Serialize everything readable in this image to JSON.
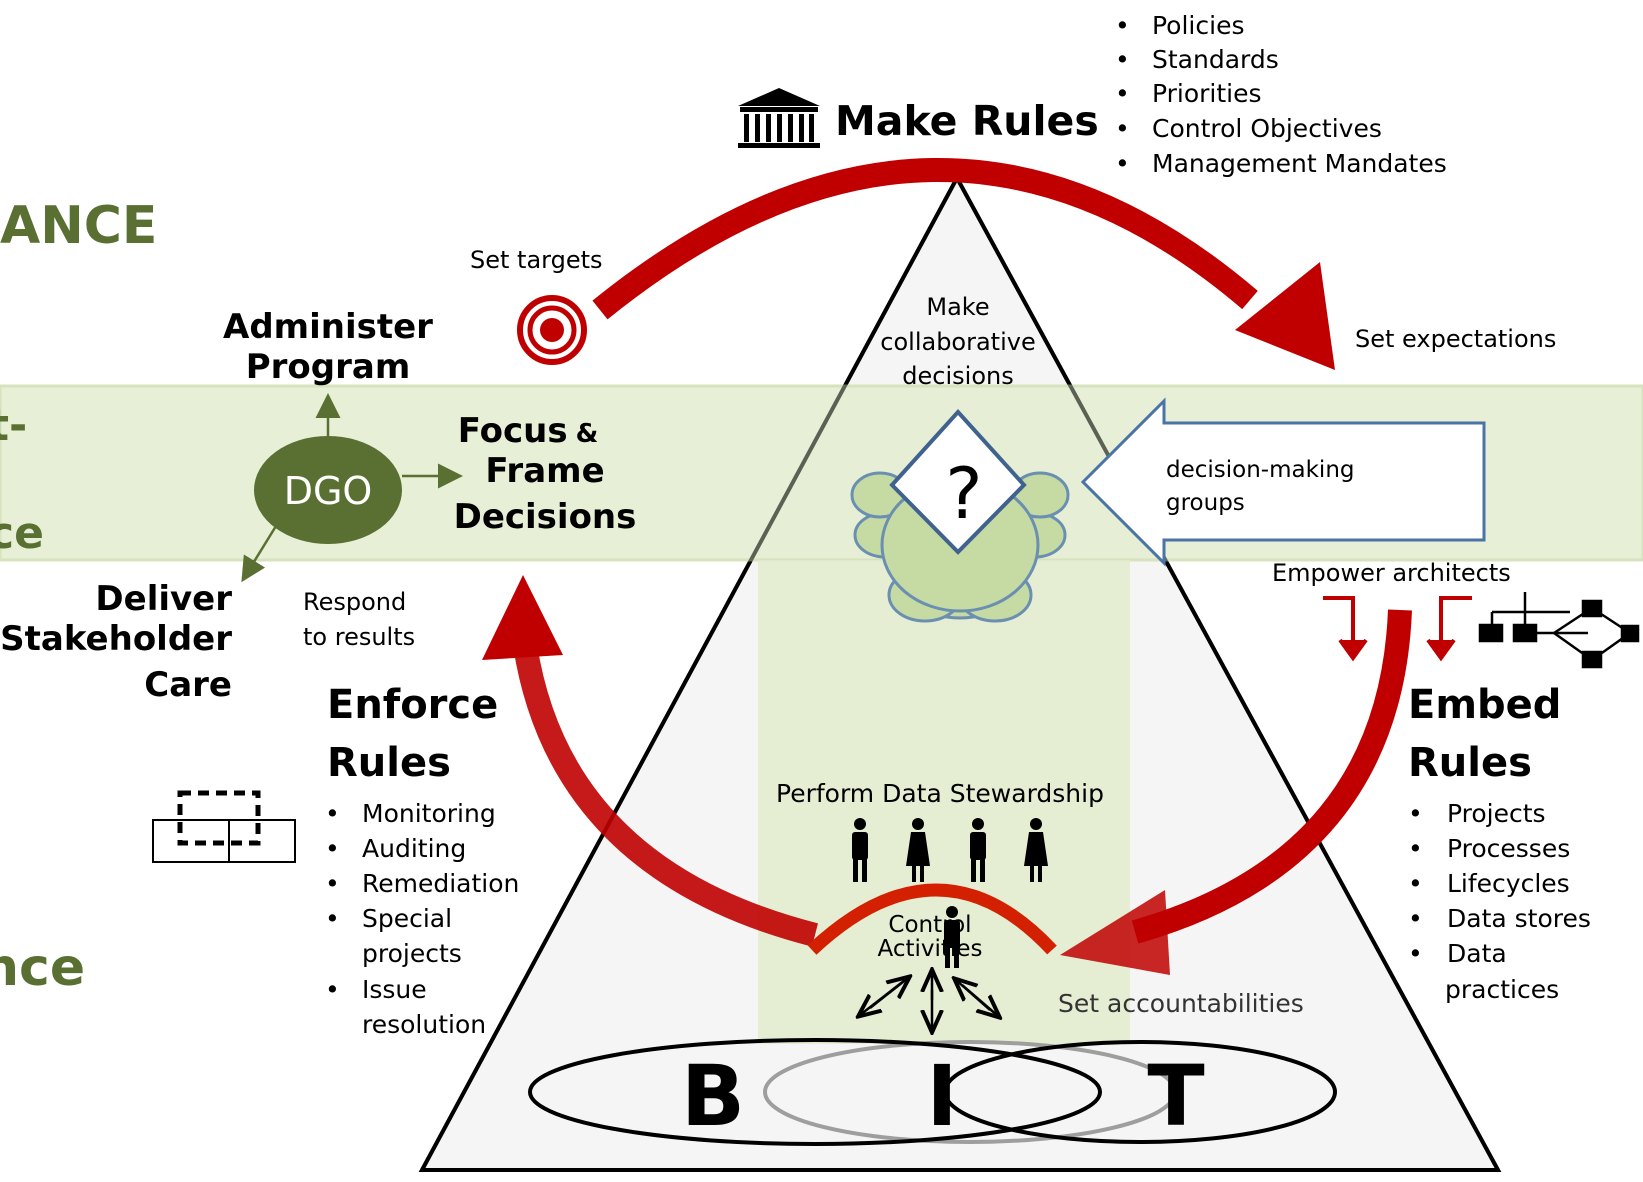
{
  "colors": {
    "arrow_red": "#c00000",
    "band_green": "#e4edd2",
    "olive": "#5a6f32",
    "callout_blue": "#4a73a8",
    "cloud_green": "#c6dba4",
    "cloud_stroke": "#6a8fb0"
  },
  "icons": [
    "bank-icon",
    "target-icon",
    "cloud-icon",
    "people-icon",
    "boxes-icon",
    "hierarchy-icon"
  ],
  "left_cut": {
    "text1": "ANCE",
    "text2": "t-",
    "text3": "ce",
    "text4": "nce"
  },
  "make_rules": {
    "title": "Make Rules",
    "bullets": [
      "Policies",
      "Standards",
      "Priorities",
      "Control Objectives",
      "Management Mandates"
    ]
  },
  "labels": {
    "set_targets": "Set targets",
    "set_expectations": "Set expectations",
    "make_collab": [
      "Make",
      "collaborative",
      "decisions"
    ],
    "decision_groups": [
      "decision-making",
      "groups"
    ],
    "empower": "Empower architects",
    "respond": [
      "Respond",
      "to results"
    ],
    "administer": [
      "Administer",
      "Program"
    ],
    "dgo": "DGO",
    "focus": [
      "Focus",
      "&",
      "Frame",
      "Decisions"
    ],
    "deliver": [
      "Deliver",
      "Stakeholder",
      "Care"
    ],
    "perform": "Perform Data Stewardship",
    "control": [
      "Control",
      "Activities"
    ],
    "set_accountabilities": "Set accountabilities",
    "question": "?"
  },
  "enforce_rules": {
    "title": [
      "Enforce",
      "Rules"
    ],
    "bullets": [
      "Monitoring",
      "Auditing",
      "Remediation",
      "Special",
      "projects",
      "Issue",
      "resolution"
    ]
  },
  "embed_rules": {
    "title": [
      "Embed",
      "Rules"
    ],
    "bullets": [
      "Projects",
      "Processes",
      "Lifecycles",
      "Data stores",
      "Data",
      "practices"
    ]
  },
  "bit": [
    "B",
    "I",
    "T"
  ]
}
